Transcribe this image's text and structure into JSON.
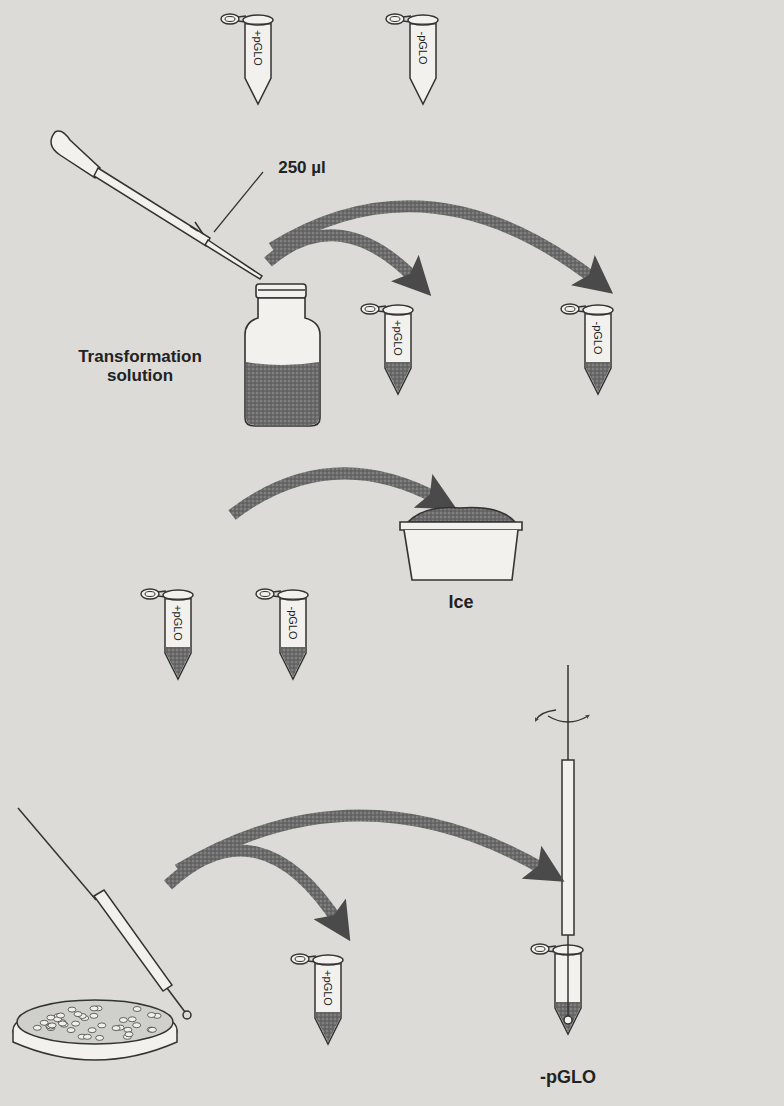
{
  "diagram": {
    "labels": [
      "+pGLO",
      "-pGLO",
      "250 µl",
      "Transformation solution",
      "+pGLO",
      "-pGLO",
      "+pGLO",
      "-pGLO",
      "Ice",
      "+pGLO",
      "-pGLO"
    ]
  }
}
